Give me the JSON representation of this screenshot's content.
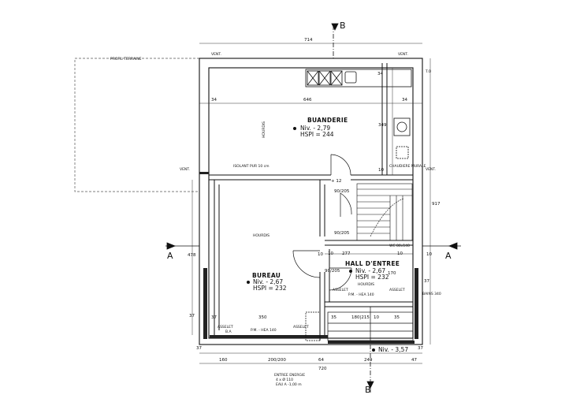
{
  "rooms": {
    "buanderie": {
      "name": "BUANDERIE",
      "niv": "Niv. - 2,79",
      "hspi": "HSPI = 244"
    },
    "bureau": {
      "name": "BUREAU",
      "niv": "Niv. - 2,67",
      "hspi": "HSPI = 232"
    },
    "hall": {
      "name": "HALL D'ENTREE",
      "niv": "Niv. - 2,67",
      "hspi": "HSPI = 232"
    },
    "entree": {
      "niv": "Niv. - 3,57"
    }
  },
  "sections": {
    "a": "A",
    "b": "B"
  },
  "dims": {
    "top_total": "714",
    "bottom_total": "720",
    "top_row": [
      "34",
      "646",
      "34"
    ],
    "bottom_row": [
      "160",
      "200/200",
      "64",
      "249",
      "47"
    ],
    "bottom_small": [
      "37",
      "37"
    ],
    "right_total": "917",
    "right_inner": "349",
    "right_10": "10",
    "left_478": "478",
    "left_37": "37",
    "right_37": "37",
    "left_10": "10",
    "right_10b": "10",
    "row_277": "277",
    "row_10a": "10",
    "row_10b": "10",
    "h_170": "170",
    "h_34": "34",
    "h_35": "35",
    "door_90_205_a": "90/205",
    "door_90_205_b": "90/205",
    "door_90_205_c": "90/205",
    "bureau_350": "350",
    "bureau_37": "37",
    "hall_215": "180|215",
    "hall_10": "10",
    "plus12": "+ 12",
    "e35": "35"
  },
  "labels": {
    "isolant": "ISOLANT PUR 10 cm",
    "chaudiere": "CHAUDIERE MURALE",
    "vent1": "VENT.",
    "vent2": "VENT.",
    "vent3": "VENT.",
    "vent4": "VENT.",
    "hourdis1": "HOURDIS",
    "hourdis2": "HOURDIS",
    "hourdis3": "HOURDIS",
    "profil": "PROFIL TERRAINE",
    "to": "T.O",
    "wc": "WC 80x140",
    "bains": "BAINS 340",
    "asselet1": "ASSELET",
    "asselet2": "ASSELET",
    "asselet3": "ASSELET",
    "asselet4": "ASSELET",
    "ba": "B.A",
    "pm1": "P.M. - HEA 140",
    "pm2": "P.M. - HEA 140",
    "entree_energie": "ENTREE ENERGIE",
    "eau_dia": "4 x Ø 110",
    "eau": "EAU A -1,00 m"
  }
}
